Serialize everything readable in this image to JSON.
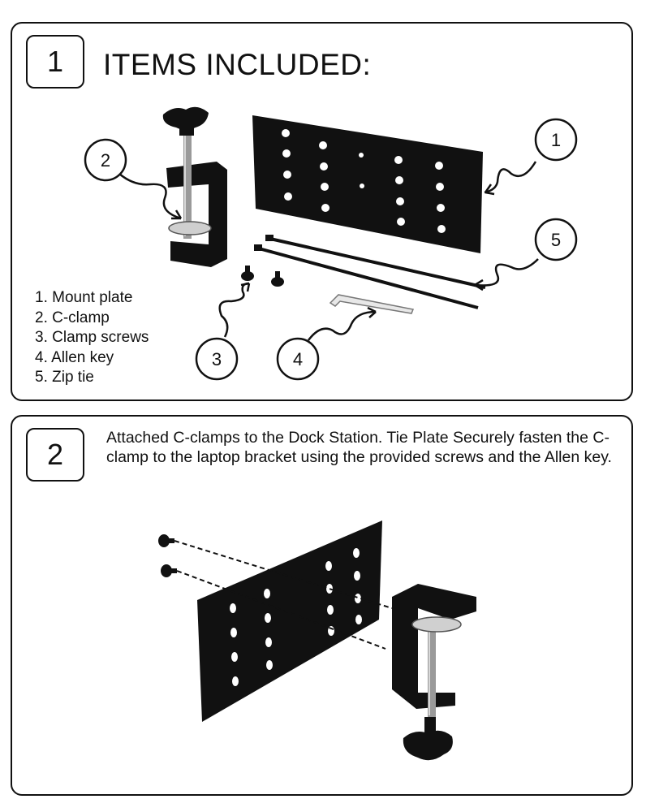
{
  "step1": {
    "number": "1",
    "title": "ITEMS INCLUDED:",
    "items": [
      "1. Mount plate",
      "2. C-clamp",
      "3. Clamp screws",
      "4. Allen key",
      "5. Zip tie"
    ],
    "callouts": [
      "1",
      "2",
      "3",
      "4",
      "5"
    ]
  },
  "step2": {
    "number": "2",
    "description": "Attached C-clamps to the Dock Station. Tie Plate Securely fasten the C-clamp to the laptop bracket using the provided screws and the Allen key."
  }
}
